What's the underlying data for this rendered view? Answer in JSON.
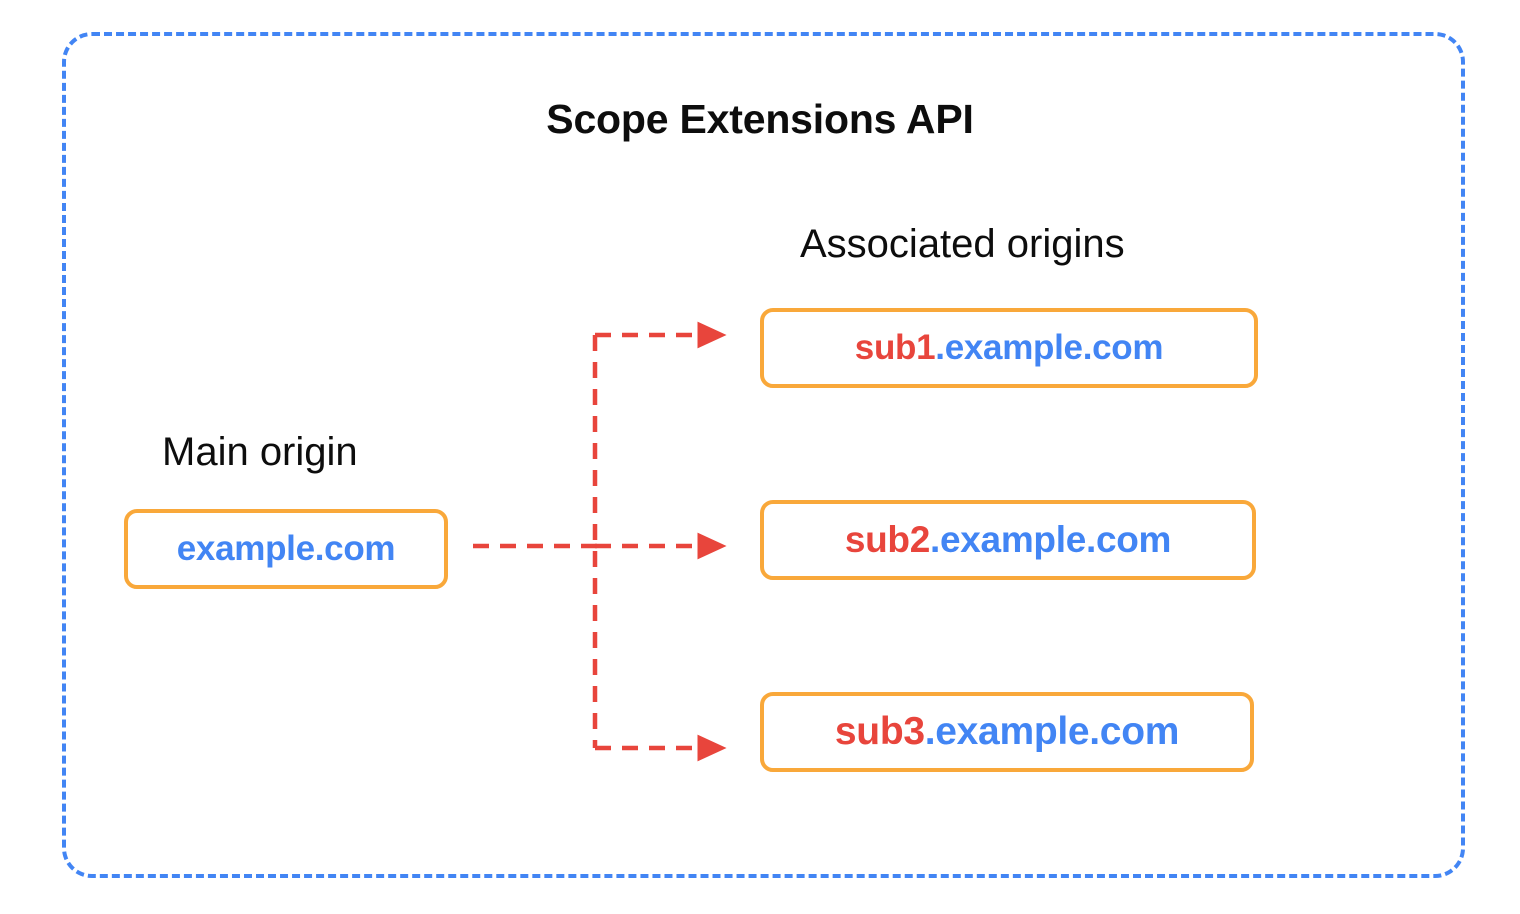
{
  "diagram": {
    "title": "Scope Extensions API",
    "frame_color": "#4285F4",
    "chip_border_color": "#F9A83A",
    "connector_color": "#E8453C",
    "sub_text_color": "#E8453C",
    "domain_text_color": "#4285F4"
  },
  "main_origin": {
    "caption": "Main origin",
    "chip": {
      "sub": "",
      "domain": "example.com"
    }
  },
  "associated_origins": {
    "caption": "Associated origins",
    "chips": [
      {
        "sub": "sub1",
        "domain": ".example.com"
      },
      {
        "sub": "sub2",
        "domain": ".example.com"
      },
      {
        "sub": "sub3",
        "domain": ".example.com"
      }
    ]
  },
  "connectors": {
    "arrow_count": 3,
    "style": "dashed",
    "direction": "main-origin-to-associated-origins"
  }
}
